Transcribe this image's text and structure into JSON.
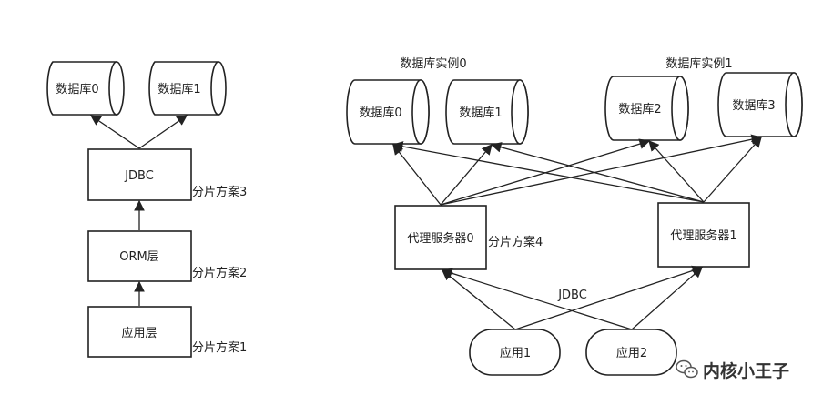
{
  "left": {
    "db0": "数据库0",
    "db1": "数据库1",
    "jdbc": "JDBC",
    "orm": "ORM层",
    "app": "应用层",
    "scheme3": "分片方案3",
    "scheme2": "分片方案2",
    "scheme1": "分片方案1"
  },
  "right": {
    "instance0": "数据库实例0",
    "instance1": "数据库实例1",
    "db0": "数据库0",
    "db1": "数据库1",
    "db2": "数据库2",
    "db3": "数据库3",
    "proxy0": "代理服务器0",
    "proxy1": "代理服务器1",
    "scheme4": "分片方案4",
    "jdbc": "JDBC",
    "app1": "应用1",
    "app2": "应用2"
  },
  "watermark": {
    "text": "内核小王子",
    "icon": "wechat-icon"
  }
}
